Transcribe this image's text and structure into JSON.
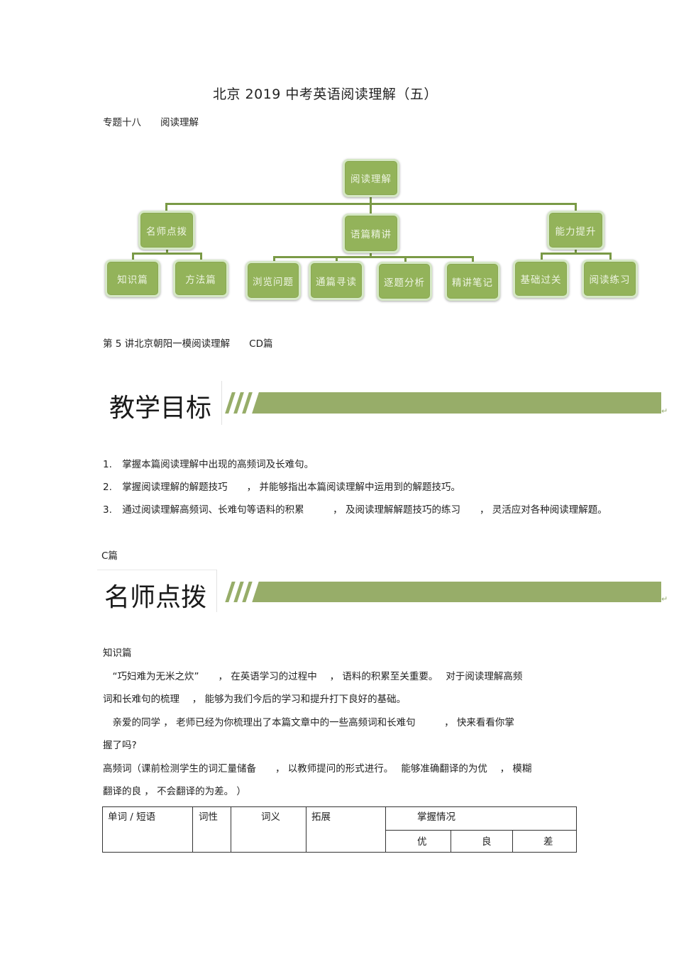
{
  "document": {
    "title": "北京 2019 中考英语阅读理解（五）",
    "topic": "专题十八　　阅读理解",
    "diagram": {
      "root": "阅读理解",
      "branches": [
        {
          "label": "名师点拨",
          "children": [
            "知识篇",
            "方法篇"
          ]
        },
        {
          "label": "语篇精讲",
          "children": [
            "浏览问题",
            "通篇寻读",
            "逐题分析",
            "精讲笔记"
          ]
        },
        {
          "label": "能力提升",
          "children": [
            "基础过关",
            "阅读练习"
          ]
        }
      ],
      "colors": {
        "node_fill": "#93b35a",
        "node_border": "#d6e8c6",
        "connector": "#7a9a46"
      }
    },
    "lecture_line": "第 5 讲北京朝阳一模阅读理解　　CD篇",
    "section1": {
      "heading": "教学目标",
      "return_mark": "↵",
      "goals": [
        {
          "num": "1.",
          "text": "掌握本篇阅读理解中出现的高频词及长难句。"
        },
        {
          "num": "2.",
          "text": "掌握阅读理解的解题技巧　　，  并能够指出本篇阅读理解中运用到的解题技巧。"
        },
        {
          "num": "3.",
          "text": "通过阅读理解高频词、长难句等语料的积累　　　，  及阅读理解解题技巧的练习　　，  灵活应对各种阅读理解题。"
        }
      ]
    },
    "part_label": "C篇",
    "section2": {
      "heading": "名师点拨",
      "return_mark": "↵",
      "subheading": "知识篇",
      "paragraphs": [
        "　“巧妇难为无米之炊”　　，  在英语学习的过程中　 ，  语料的积累至关重要。　 对于阅读理解高频",
        "词和长难句的梳理　 ，  能够为我们今后的学习和提升打下良好的基础。",
        "　亲爱的同学 ，  老师已经为你梳理出了本篇文章中的一些高频词和长难句　　　，  快来看看你掌",
        "握了吗?",
        "高频词（课前检测学生的词汇量储备　　，  以教师提问的形式进行。　 能够准确翻译的为优　 ，  模糊",
        "翻译的良 ，  不会翻译的为差。 ）"
      ]
    },
    "table": {
      "headers": [
        "单词 / 短语",
        "词性",
        "词义",
        "拓展",
        "掌握情况"
      ],
      "mastery_levels": [
        "优",
        "良",
        "差"
      ]
    },
    "colors": {
      "accent_green": "#97ad69",
      "text": "#222222"
    }
  }
}
